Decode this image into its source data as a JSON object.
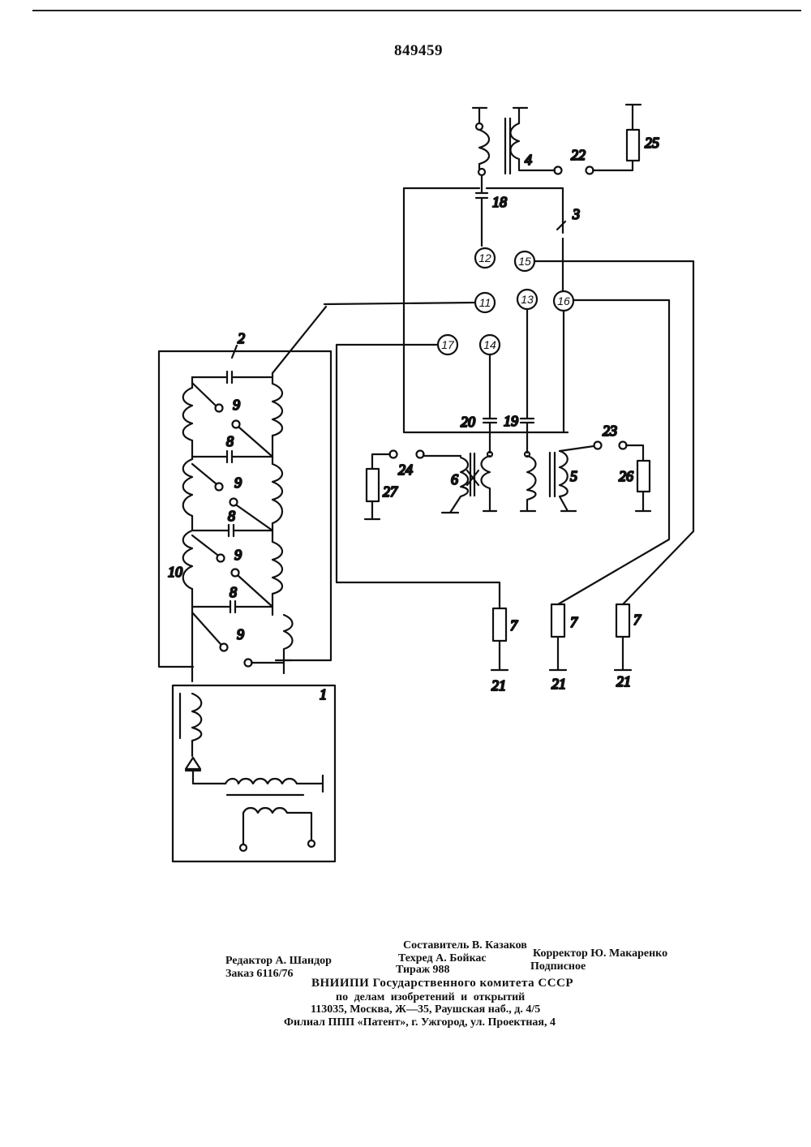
{
  "header": {
    "doc_number": "849459"
  },
  "labels": {
    "block_1": "1",
    "block_2": "2",
    "block_3": "3",
    "transformer_4": "4",
    "transformer_5": "5",
    "transformer_6": "6",
    "load_7": "7",
    "cap_8": "8",
    "switch_9": "9",
    "coil_10": "10",
    "contact_11": "11",
    "contact_12": "12",
    "contact_13": "13",
    "contact_14": "14",
    "contact_15": "15",
    "contact_16": "16",
    "contact_17": "17",
    "cap_18": "18",
    "cap_19": "19",
    "cap_20": "20",
    "ground_21": "21",
    "switch_22": "22",
    "switch_23": "23",
    "switch_24": "24",
    "res_25": "25",
    "res_26": "26",
    "res_27": "27"
  },
  "colophon": {
    "compiler": "Составитель В. Казаков",
    "editor": "Редактор А. Шандор",
    "techred": "Техред А. Бойкас",
    "corrector": "Корректор Ю. Макаренко",
    "order": "Заказ 6116/76",
    "circulation": "Тираж 988",
    "subscription": "Подписное",
    "org_line1": "ВНИИПИ Государственного комитета СССР",
    "org_line2": "по делам изобретений и открытий",
    "address": "113035, Москва, Ж—35, Раушская наб., д. 4/5",
    "branch": "Филиал ППП «Патент», г. Ужгород, ул. Проектная, 4"
  }
}
